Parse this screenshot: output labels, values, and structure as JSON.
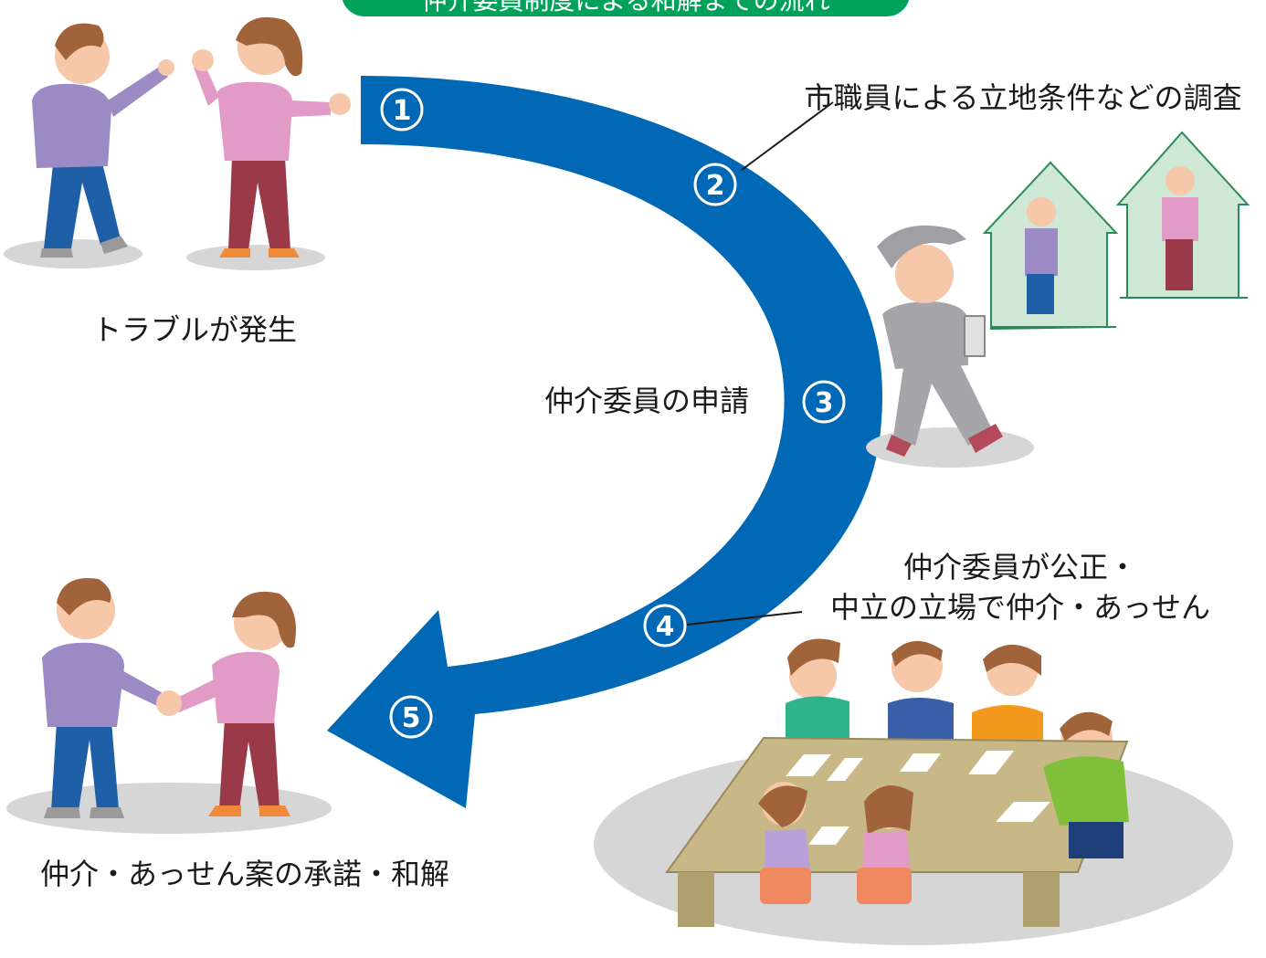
{
  "title_banner": "仲介委員制度による和解までの流れ",
  "labels": {
    "trouble": "トラブルが発生",
    "survey": "市職員による立地条件などの調査",
    "apply": "仲介委員の申請",
    "mediate_line1": "仲介委員が公正・",
    "mediate_line2": "中立の立場で仲介・あっせん",
    "settle": "仲介・あっせん案の承諾・和解"
  },
  "steps": [
    "1",
    "2",
    "3",
    "4",
    "5"
  ],
  "colors": {
    "arrow": "#0068b4",
    "banner": "#00a25a",
    "ground": "#d6d6d6",
    "house": "#cfe8d6",
    "table": "#c8b888"
  },
  "icons": [
    "arguing-people-illustration",
    "surveyor-walking-illustration",
    "house-outline-icon",
    "meeting-table-illustration",
    "handshake-people-illustration"
  ]
}
